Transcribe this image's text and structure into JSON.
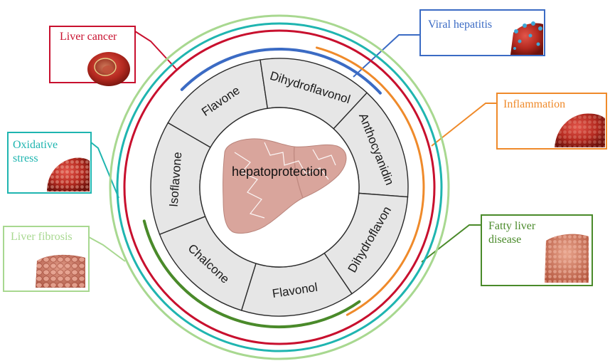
{
  "center": {
    "label": "hepatoprotection"
  },
  "segments": [
    {
      "label": "Flavone"
    },
    {
      "label": "Dihydroflavonol"
    },
    {
      "label": "Anthocyanidin"
    },
    {
      "label": "Dihydroflavon"
    },
    {
      "label": "Flavonol"
    },
    {
      "label": "Chalcone"
    },
    {
      "label": "Isoflavone"
    }
  ],
  "diseases": [
    {
      "lines": [
        "Liver cancer"
      ],
      "color": "#c8102e"
    },
    {
      "lines": [
        "Viral hepatitis"
      ],
      "color": "#3b6bc4"
    },
    {
      "lines": [
        "Inflammation"
      ],
      "color": "#ef8a2a"
    },
    {
      "lines": [
        "Oxidative",
        "stress"
      ],
      "color": "#1fb5b0"
    },
    {
      "lines": [
        "Liver fibrosis"
      ],
      "color": "#a8d890"
    },
    {
      "lines": [
        "Fatty liver",
        "disease"
      ],
      "color": "#4a8a2a"
    }
  ],
  "colors": {
    "segment_fill": "#e6e6e6",
    "segment_stroke": "#2a2a2a",
    "liver": "#d9a59c"
  }
}
